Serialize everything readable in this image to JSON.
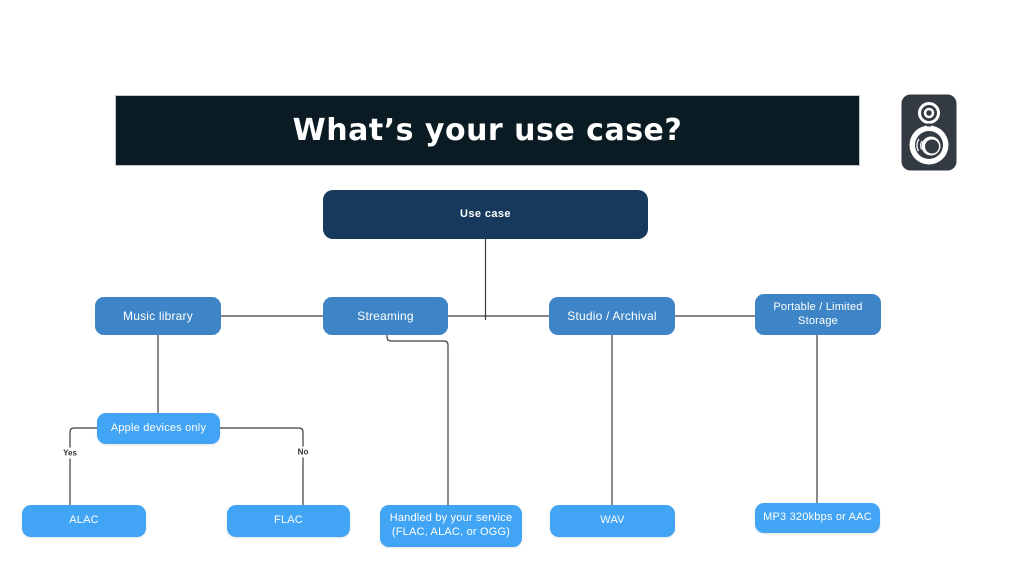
{
  "header": {
    "title": "What’s your use case?",
    "bg_color": "#0a1b23",
    "text_color": "#ffffff"
  },
  "icons": {
    "speaker": "speaker-icon"
  },
  "colors": {
    "root_node": "#17395c",
    "branch_node": "#3d85c6",
    "leaf_node": "#42a4f5",
    "connector_line": "#3d3d3d",
    "page_bg": "#ffffff"
  },
  "flowchart": {
    "root": {
      "label": "Use case"
    },
    "branches": [
      {
        "label": "Music library"
      },
      {
        "label": "Streaming"
      },
      {
        "label": "Studio / Archival"
      },
      {
        "label": "Portable / Limited Storage"
      }
    ],
    "decision": {
      "label": "Apple devices only",
      "yes_label": "Yes",
      "no_label": "No"
    },
    "leaves": [
      {
        "label": "ALAC"
      },
      {
        "label": "FLAC"
      },
      {
        "label": "Handled by your service (FLAC, ALAC, or OGG)"
      },
      {
        "label": "WAV"
      },
      {
        "label": "MP3 320kbps or AAC"
      }
    ]
  }
}
